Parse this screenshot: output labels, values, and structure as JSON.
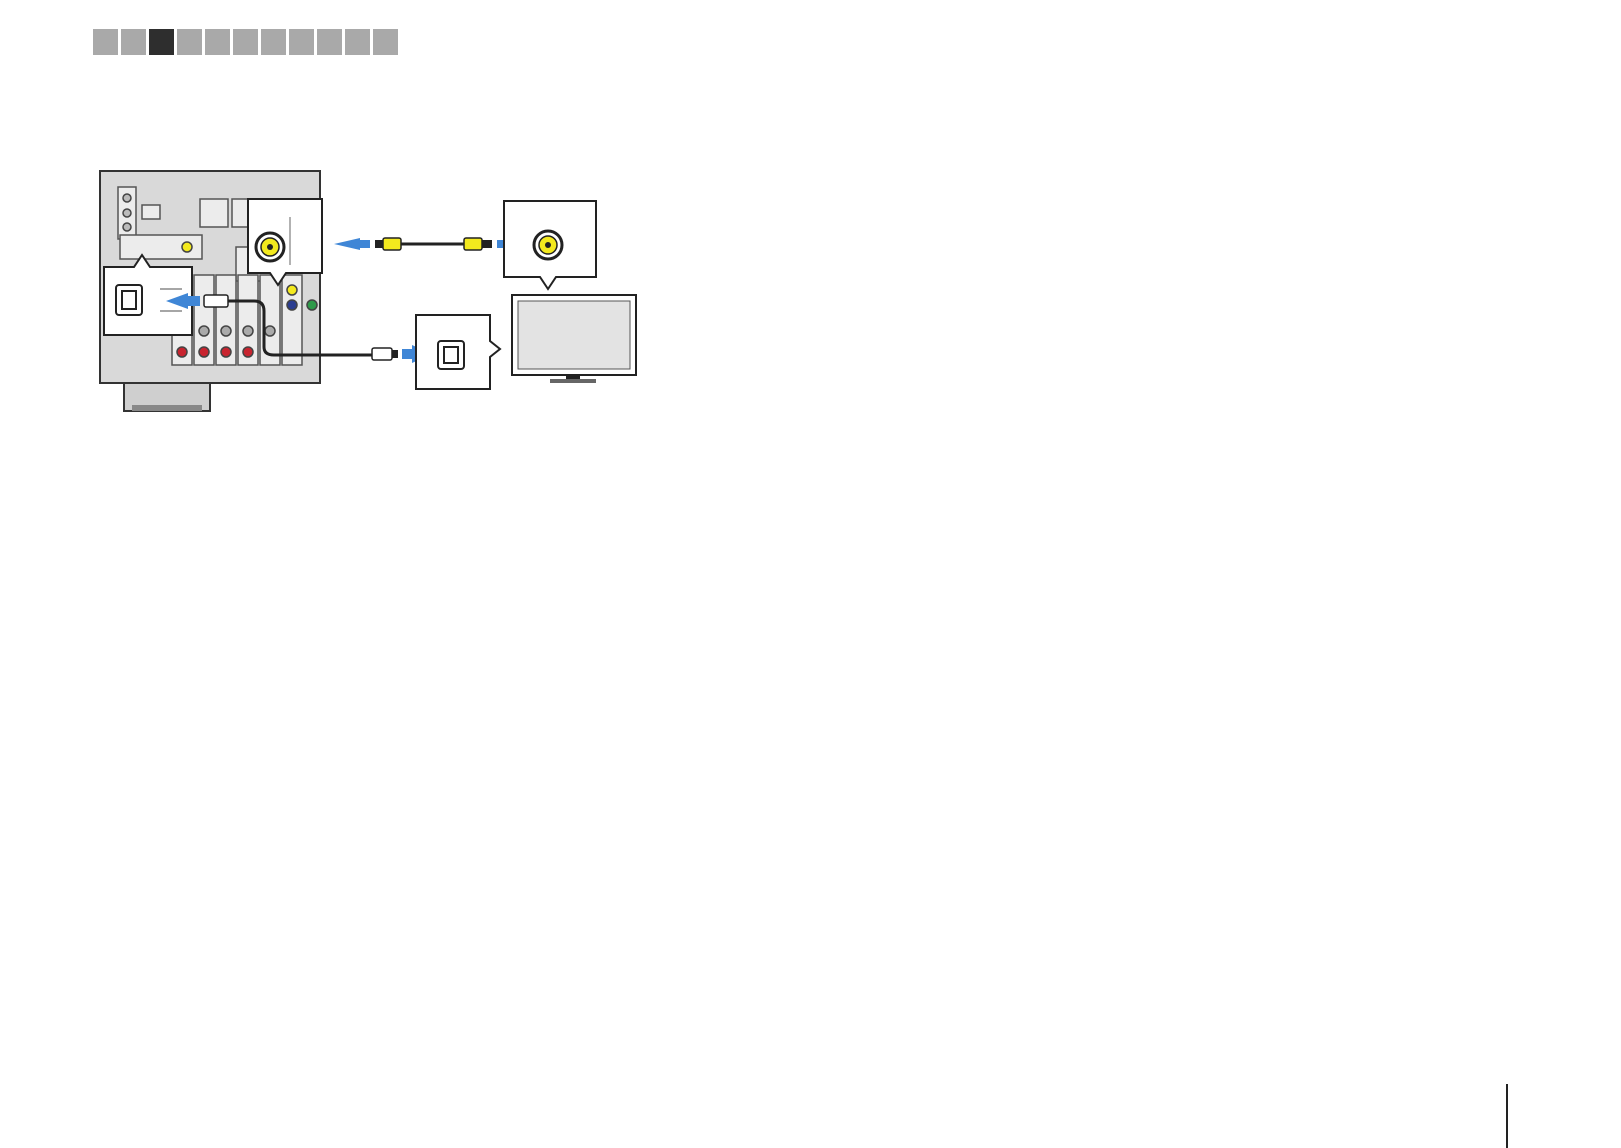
{
  "nav": {
    "tabs": [
      {
        "active": false
      },
      {
        "active": false
      },
      {
        "active": true
      },
      {
        "active": false
      },
      {
        "active": false
      },
      {
        "active": false
      },
      {
        "active": false
      },
      {
        "active": false
      },
      {
        "active": false
      },
      {
        "active": false
      },
      {
        "active": false
      }
    ]
  },
  "colors": {
    "tab_inactive": "#a9a9a9",
    "tab_active": "#2e2e2e",
    "arrow": "#3f86d6",
    "composite_jack": "#f3e91e",
    "panel": "#d9d9d9"
  },
  "diagram": {
    "icons": [
      "receiver-rear-panel",
      "composite-video-jack",
      "optical-jack",
      "tv-icon",
      "arrow-icon"
    ]
  }
}
